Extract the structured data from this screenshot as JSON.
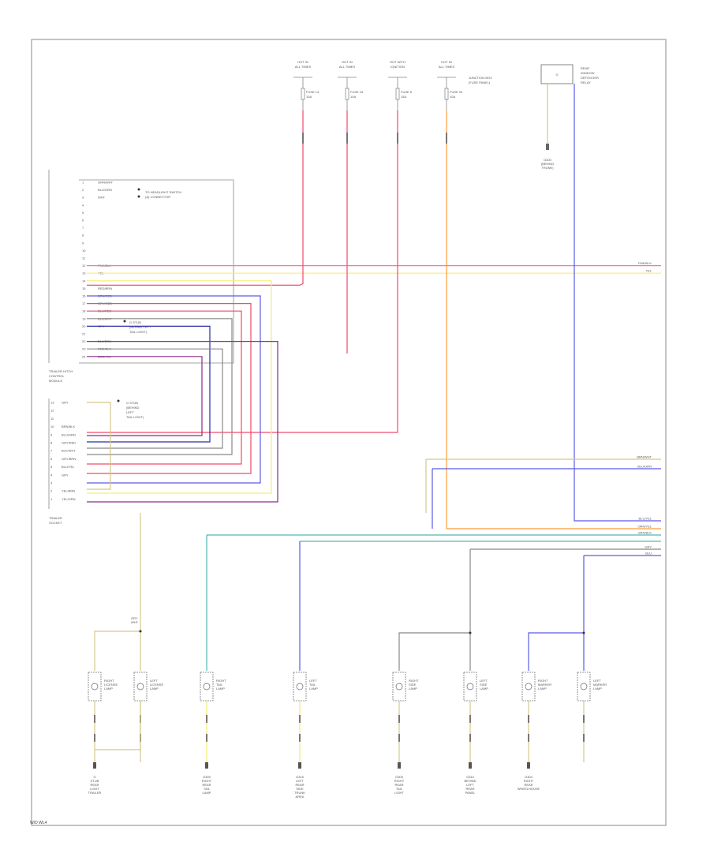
{
  "figure_id": "W/D WL4",
  "colors": {
    "border": "#888888",
    "wire_pink": "#ff6ec7",
    "wire_yellow": "#f4ee72",
    "wire_red": "#f04a6a",
    "wire_blue": "#5a5ae6",
    "wire_orange": "#ff9b3a",
    "wire_teal": "#4fb8b0",
    "wire_tan": "#d6c88a",
    "wire_gray": "#888888",
    "wire_violet": "#8a2a8a",
    "wire_darkblue": "#2a2aa8"
  },
  "fuses": [
    {
      "name": "fuse-1",
      "label": "HOT IN ALL TIMES",
      "fuse": "FUSE 14 10A"
    },
    {
      "name": "fuse-2",
      "label": "HOT IN ALL TIMES",
      "fuse": "FUSE 15 10A"
    },
    {
      "name": "fuse-3",
      "label": "HOT WITH IGNITION",
      "fuse": "FUSE 6 15A"
    },
    {
      "name": "fuse-4",
      "label": "HOT IN ALL TIMES",
      "fuse": "FUSE 20 10A"
    }
  ],
  "fuse_panel_note": "JUNCTION BOX (FUSE PANEL)",
  "top_right_module": {
    "title": "REAR WINDOW DEFOGGER RELAY",
    "pin_label": "G"
  },
  "top_right_ground": "G400 (BEHIND TRUNK)",
  "module_upper": {
    "title": "TRAILER HITCH CONTROL MODULE",
    "pins": [
      "1",
      "2",
      "3",
      "4",
      "5",
      "6",
      "7",
      "8",
      "9",
      "10",
      "11",
      "12",
      "13",
      "14",
      "15",
      "16",
      "17",
      "18",
      "19",
      "20",
      "21",
      "22",
      "23",
      "24"
    ],
    "wires": [
      "GRN/WHT",
      "BLU/GRN",
      "WHT",
      "",
      "",
      "",
      "",
      "",
      "",
      "",
      "",
      "PNK/BLK",
      "YEL",
      "",
      "RED/BRN",
      "BRN/RED",
      "GRY/RED",
      "BLU/RED",
      "BLK/WHT",
      "GRY",
      "",
      "BLK/BRN",
      "RED/BLK",
      "BRN/YEL"
    ],
    "note_a": "TO HEADLIGHT SWITCH",
    "note_b": "(A) CONNECTOR",
    "note_c": "G STUB (BEHIND LEFT TAIL LIGHT)"
  },
  "module_lower": {
    "title": "TRAILER SOCKET",
    "pins": [
      "13",
      "12",
      "11",
      "10",
      "9",
      "8",
      "7",
      "6",
      "5",
      "4",
      "3",
      "2",
      "1"
    ],
    "wires": [
      "GRY",
      "",
      "",
      "BRN/BLK",
      "BLU/GRN",
      "GRY/RED",
      "BLK/WHT",
      "GRY/BRN",
      "BLU/YEL",
      "GRY",
      "",
      "YEL/BRN",
      "YEL/GRN"
    ],
    "note": "G STUB (BEHIND LEFT TAIL LIGHT)"
  },
  "right_edge_labels": [
    "PNK/BLK",
    "YEL",
    "BRN/WHT",
    "BLU/GRN",
    "BLU/YEL",
    "ORN/YEL",
    "GRN/BLK",
    "GRY",
    "BLU"
  ],
  "bottom_components": [
    {
      "name": "right-license-lamp",
      "label": "RIGHT LICENSE LAMP",
      "ground": "G STUB REAR LIGHT TRAILER"
    },
    {
      "name": "left-license-lamp",
      "label": "LEFT LICENSE LAMP",
      "ground": ""
    },
    {
      "name": "right-tail-lamp",
      "label": "RIGHT TAIL LAMP",
      "ground": "G300 RIGHT REAR TAIL LAMP"
    },
    {
      "name": "left-tail-lamp",
      "label": "LEFT TAIL LAMP",
      "ground": "G315 LEFT REAR SIDE TRUNK AREA"
    },
    {
      "name": "right-side-lamp",
      "label": "RIGHT SIDE LAMP",
      "ground": "G305 RIGHT REAR TAIL LIGHT"
    },
    {
      "name": "left-side-lamp",
      "label": "LEFT SIDE LAMP",
      "ground": "G310 BEHIND LEFT REAR PANEL"
    },
    {
      "name": "right-marker-lamp",
      "label": "RIGHT MARKER LAMP",
      "ground": "G304 RIGHT REAR WHEELHOUSE"
    },
    {
      "name": "left-marker-lamp",
      "label": "LEFT MARKER LAMP",
      "ground": ""
    }
  ]
}
